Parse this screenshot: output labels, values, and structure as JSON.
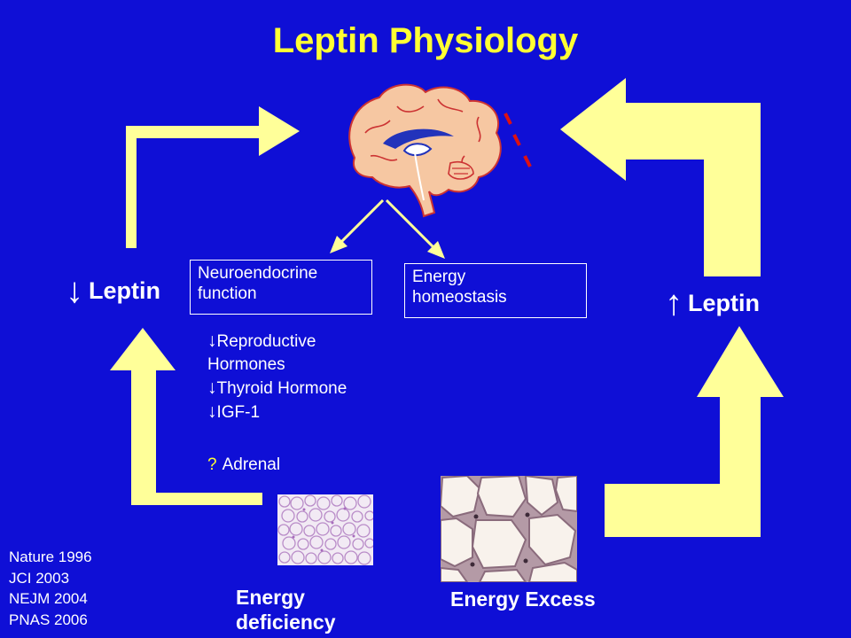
{
  "title": "Leptin Physiology",
  "left_leptin": {
    "arrow": "↓",
    "label": "Leptin"
  },
  "right_leptin": {
    "arrow": "↑",
    "label": "Leptin"
  },
  "neuroendocrine_box": [
    "Neuroendocrine",
    "function"
  ],
  "energy_box": [
    "Energy",
    "homeostasis"
  ],
  "effects": [
    {
      "arrow": "↓",
      "text": "Reproductive"
    },
    {
      "arrow": "",
      "text": "Hormones"
    },
    {
      "arrow": "↓",
      "text": "Thyroid Hormone"
    },
    {
      "arrow": "↓",
      "text": "IGF-1"
    }
  ],
  "adrenal": {
    "mark": "?",
    "text": "Adrenal"
  },
  "references": [
    "Nature 1996",
    "JCI 2003",
    "NEJM 2004",
    "PNAS 2006"
  ],
  "energy_deficiency": [
    "Energy",
    "deficiency"
  ],
  "energy_excess": "Energy Excess",
  "images": [
    "brain-illustration",
    "small-adipocytes-micrograph",
    "large-adipocytes-micrograph"
  ],
  "colors": {
    "background": "#0f0fd6",
    "title": "#ffff33",
    "flow_arrow": "#ffff99",
    "blocked_signal": "#dd1111",
    "text": "#ffffff"
  }
}
